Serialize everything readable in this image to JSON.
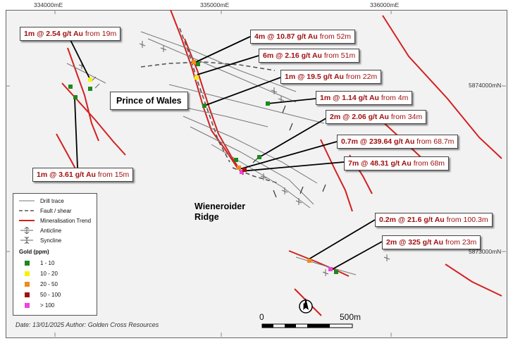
{
  "grid": {
    "easting_labels": [
      "334000mE",
      "335000mE",
      "336000mE"
    ],
    "northing_labels": [
      "5874000mN",
      "5873000mN"
    ]
  },
  "prospects": {
    "prince_of_wales": "Prince of Wales",
    "wieneroider_line1": "Wieneroider",
    "wieneroider_line2": "Ridge"
  },
  "intercepts": [
    {
      "grade": "1m @ 2.54 g/t Au",
      "from": " from 19m"
    },
    {
      "grade": "4m @ 10.87 g/t Au",
      "from": " from 52m"
    },
    {
      "grade": "6m @ 2.16 g/t Au",
      "from": " from 51m"
    },
    {
      "grade": "1m @ 19.5 g/t Au",
      "from": " from 22m"
    },
    {
      "grade": "1m @ 1.14 g/t Au",
      "from": " from 4m"
    },
    {
      "grade": "2m @ 2.06 g/t Au",
      "from": " from 34m"
    },
    {
      "grade": "0.7m @ 239.64 g/t Au",
      "from": " from 68.7m"
    },
    {
      "grade": "7m @ 48.31 g/t Au",
      "from": " from 68m"
    },
    {
      "grade": "1m @ 3.61 g/t Au",
      "from": " from 15m"
    },
    {
      "grade": "0.2m @ 21.6 g/t Au",
      "from": " from 100.3m"
    },
    {
      "grade": "2m @ 325 g/t Au",
      "from": " from 23m"
    }
  ],
  "legend": {
    "items": [
      {
        "label": "Drill trace"
      },
      {
        "label": "Fault / shear"
      },
      {
        "label": "Mineralisation Trend"
      },
      {
        "label": "Anticline"
      },
      {
        "label": "Syncline"
      }
    ],
    "gold_title": "Gold (ppm)",
    "gold_classes": [
      {
        "label": "1 - 10",
        "color": "#1a8a1a"
      },
      {
        "label": "10 - 20",
        "color": "#f4f40a"
      },
      {
        "label": "20 - 50",
        "color": "#f08a1a"
      },
      {
        "label": "50 - 100",
        "color": "#a01010"
      },
      {
        "label": "> 100",
        "color": "#ee44dd"
      }
    ]
  },
  "scale": {
    "start": "0",
    "end": "500m"
  },
  "north_arrow": "N",
  "footer": "Date: 13/01/2025  Author: Golden Cross Resources",
  "colors": {
    "trend": "#d42020",
    "drill": "#777777",
    "fault": "#555555",
    "label_red": "#a01010"
  }
}
